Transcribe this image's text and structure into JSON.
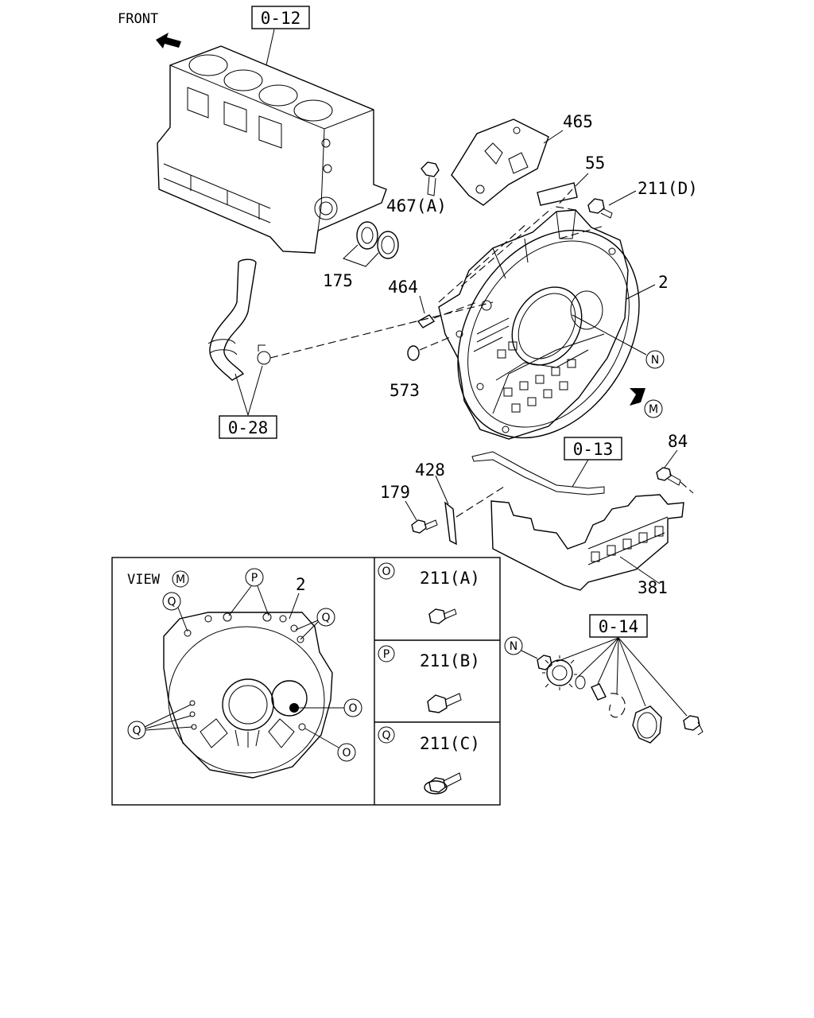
{
  "labels": {
    "front": "FRONT",
    "ref_0_12": "0-12",
    "ref_0_28": "0-28",
    "ref_0_13": "0-13",
    "ref_0_14": "0-14",
    "p465": "465",
    "p55": "55",
    "p211d": "211(D)",
    "p467a": "467(A)",
    "p175": "175",
    "p464": "464",
    "p2": "2",
    "p573": "573",
    "p428": "428",
    "p179": "179",
    "p84": "84",
    "p381": "381"
  },
  "markers": {
    "N": "N",
    "M": "M",
    "O": "O",
    "P": "P",
    "Q": "Q"
  },
  "view_panel": {
    "title": "VIEW",
    "title_marker": "M",
    "part": "2"
  },
  "legend": [
    {
      "marker": "O",
      "label": "211(A)"
    },
    {
      "marker": "P",
      "label": "211(B)"
    },
    {
      "marker": "Q",
      "label": "211(C)"
    }
  ]
}
